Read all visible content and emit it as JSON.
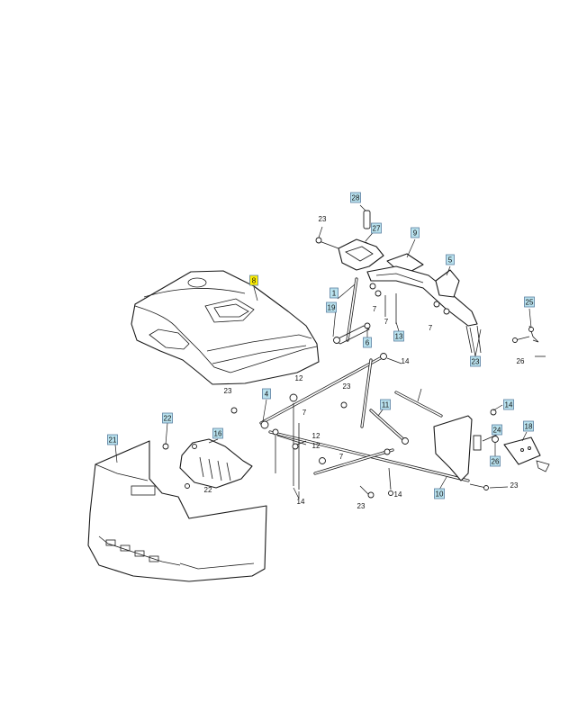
{
  "colors": {
    "callout_fill": "#b9e2ee",
    "highlight_fill": "#ffee00",
    "line": "#1a1a1a"
  },
  "callouts": [
    {
      "id": "c28",
      "label": "28",
      "boxed": true
    },
    {
      "id": "c27",
      "label": "27",
      "boxed": true
    },
    {
      "id": "c9",
      "label": "9",
      "boxed": true
    },
    {
      "id": "c5",
      "label": "5",
      "boxed": true
    },
    {
      "id": "c1",
      "label": "1",
      "boxed": true
    },
    {
      "id": "c19",
      "label": "19",
      "boxed": true
    },
    {
      "id": "c6",
      "label": "6",
      "boxed": true
    },
    {
      "id": "c13",
      "label": "13",
      "boxed": true
    },
    {
      "id": "c25",
      "label": "25",
      "boxed": true
    },
    {
      "id": "c23b",
      "label": "23",
      "boxed": true
    },
    {
      "id": "c8",
      "label": "8",
      "boxed": true,
      "highlight": true
    },
    {
      "id": "c4",
      "label": "4",
      "boxed": true
    },
    {
      "id": "c11",
      "label": "11",
      "boxed": true
    },
    {
      "id": "c14b",
      "label": "14",
      "boxed": true
    },
    {
      "id": "c22",
      "label": "22",
      "boxed": true
    },
    {
      "id": "c16",
      "label": "16",
      "boxed": true
    },
    {
      "id": "c21",
      "label": "21",
      "boxed": true
    },
    {
      "id": "c24",
      "label": "24",
      "boxed": true
    },
    {
      "id": "c18",
      "label": "18",
      "boxed": true
    },
    {
      "id": "c26b",
      "label": "26",
      "boxed": true
    },
    {
      "id": "c10",
      "label": "10",
      "boxed": true
    }
  ],
  "labels": [
    {
      "id": "t23a",
      "label": "23"
    },
    {
      "id": "t7a",
      "label": "7"
    },
    {
      "id": "t7b",
      "label": "7"
    },
    {
      "id": "t7c",
      "label": "7"
    },
    {
      "id": "t26a",
      "label": "26"
    },
    {
      "id": "t14a",
      "label": "14"
    },
    {
      "id": "t23c",
      "label": "23"
    },
    {
      "id": "t12a",
      "label": "12"
    },
    {
      "id": "t7d",
      "label": "7"
    },
    {
      "id": "t23d",
      "label": "23"
    },
    {
      "id": "t12b",
      "label": "12"
    },
    {
      "id": "t12c",
      "label": "12"
    },
    {
      "id": "t7e",
      "label": "7"
    },
    {
      "id": "t22b",
      "label": "22"
    },
    {
      "id": "t14c",
      "label": "14"
    },
    {
      "id": "t14d",
      "label": "14"
    },
    {
      "id": "t23e",
      "label": "23"
    },
    {
      "id": "t23f",
      "label": "23"
    }
  ]
}
